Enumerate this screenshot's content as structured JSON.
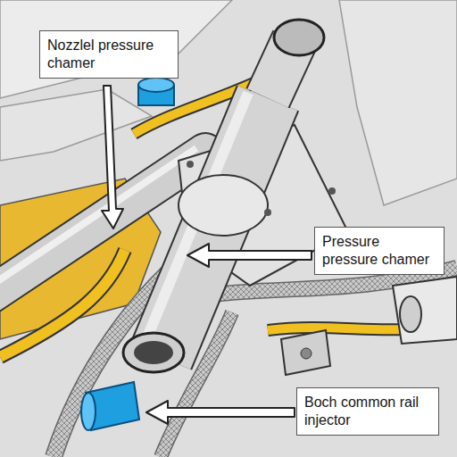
{
  "diagram": {
    "nodes": [
      {
        "text": [
          "Nozzlel pressure chamer"
        ]
      },
      {
        "text": [
          "Pressure pressure chamer"
        ]
      },
      {
        "text": [
          "Boch common rail injector"
        ]
      }
    ]
  }
}
